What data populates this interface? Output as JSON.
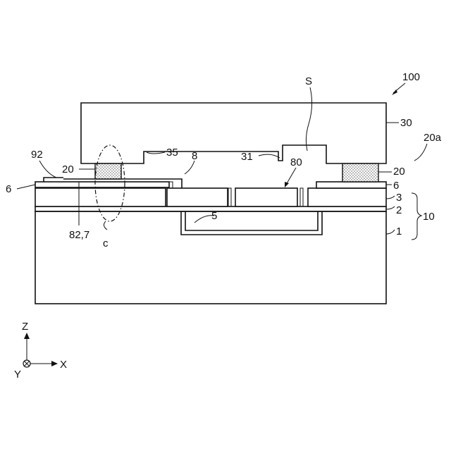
{
  "labels": {
    "device": "100",
    "cavity": "S",
    "cap": "30",
    "joint_ref": "20a",
    "joint_left": "20",
    "joint_right": "20",
    "recess_edge": "35",
    "protrusion": "31",
    "wire": "8",
    "pad_outer": "92",
    "film_left": "6",
    "film_right": "6",
    "device_part": "80",
    "layer3": "3",
    "layer2": "2",
    "layer1": "1",
    "substrate": "10",
    "gap": "5",
    "wire_ref": "82,7",
    "circle": "c"
  },
  "axes": {
    "z": "Z",
    "x": "X",
    "y": "Y"
  },
  "colors": {
    "line": "#111111",
    "background": "#ffffff",
    "joint_fill": "#d8d8d8"
  }
}
